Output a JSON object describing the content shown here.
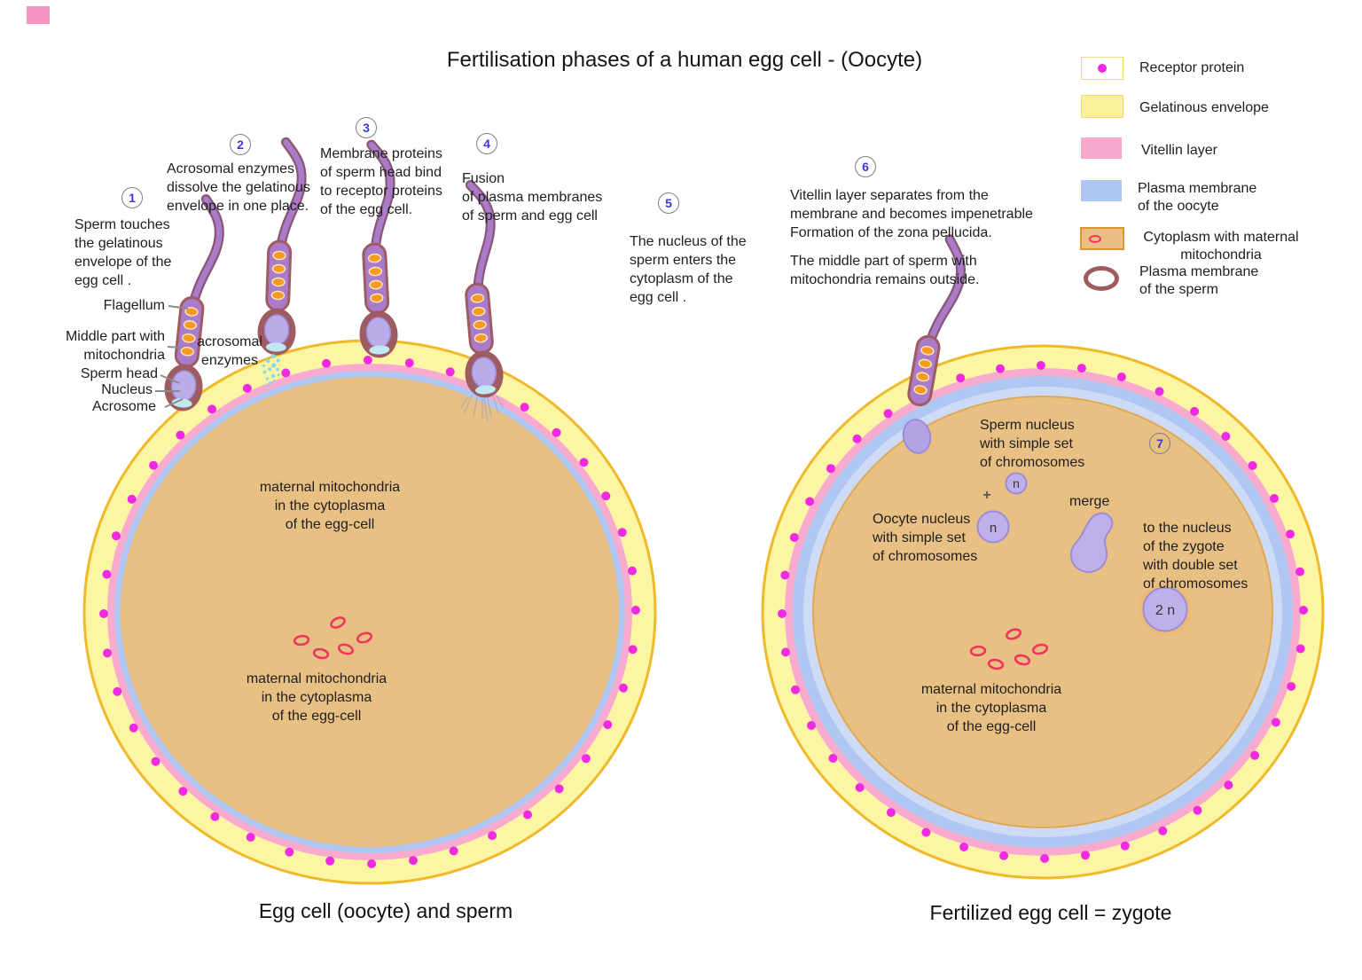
{
  "title": "Fertilisation phases of a human egg cell - (Oocyte)",
  "legend": {
    "items": [
      {
        "label": "Receptor protein"
      },
      {
        "label": "Gelatinous envelope"
      },
      {
        "label": "Vitellin layer"
      },
      {
        "label": "Plasma membrane\nof the oocyte"
      },
      {
        "label": "Cytoplasm with maternal\nmitochondria"
      },
      {
        "label": "Plasma membrane\nof the sperm"
      }
    ]
  },
  "steps": [
    {
      "num": "1",
      "text": "Sperm touches\nthe gelatinous\nenvelope of the\negg cell ."
    },
    {
      "num": "2",
      "text": "Acrosomal enzymes\ndissolve the gelatinous\nenvelope in one place."
    },
    {
      "num": "3",
      "text": "Membrane proteins\nof sperm head bind\nto receptor proteins\nof the egg cell."
    },
    {
      "num": "4",
      "text": "Fusion\nof plasma membranes\nof sperm and egg cell"
    },
    {
      "num": "5",
      "text": "The nucleus of the\nsperm enters the\ncytoplasm of the\negg cell ."
    },
    {
      "num": "6",
      "text": "Vitellin layer separates from the\nmembrane and becomes impenetrable\nFormation of the zona pellucida.",
      "text2": "The middle part of sperm with\nmitochondria remains outside."
    },
    {
      "num": "7"
    }
  ],
  "sperm": {
    "flagellum": "Flagellum",
    "middle": "Middle part with\nmitochondria",
    "head": "Sperm head",
    "nucleus": "Nucleus",
    "acrosome": "Acrosome",
    "enzymes": "acrosomal\nenzymes"
  },
  "cytoplasm_note": "maternal mitochondria\nin the cytoplasma\nof the egg-cell",
  "zygote": {
    "sperm_nucleus": "Sperm nucleus\nwith simple set\nof chromosomes",
    "oocyte_nucleus": "Oocyte nucleus\nwith simple set\nof chromosomes",
    "merge": "merge",
    "plus": "+",
    "n_sperm": "n",
    "n_oocyte": "n",
    "result": "to the nucleus\nof the zygote\nwith double set\nof chromosomes",
    "two_n": "2 n"
  },
  "captions": {
    "left": "Egg cell (oocyte) and sperm",
    "right": "Fertilized egg cell = zygote"
  },
  "colors": {
    "gelatinous_envelope": "#fcf5a3",
    "envelope_border": "#efb929",
    "vitellin_layer": "#f8abce",
    "plasma_membrane_oocyte": "#afc7f2",
    "plasma_membrane_oocyte_light": "#cddbf7",
    "cytoplasm": "#e9c084",
    "cytoplasm_border": "#d9952f",
    "receptor_dot": "#ee2be3",
    "mitochondria_red": "#f0355f",
    "sperm_membrane_maroon": "#9e5b60",
    "sperm_tail_purple": "#a97bc9",
    "sperm_mito_orange": "#f59b23",
    "nucleus_lavender": "#c0b0ea",
    "nucleus_border": "#9d8cd8",
    "acrosome_cyan": "#bfe9f2",
    "step_number_blue": "#3838dd"
  }
}
